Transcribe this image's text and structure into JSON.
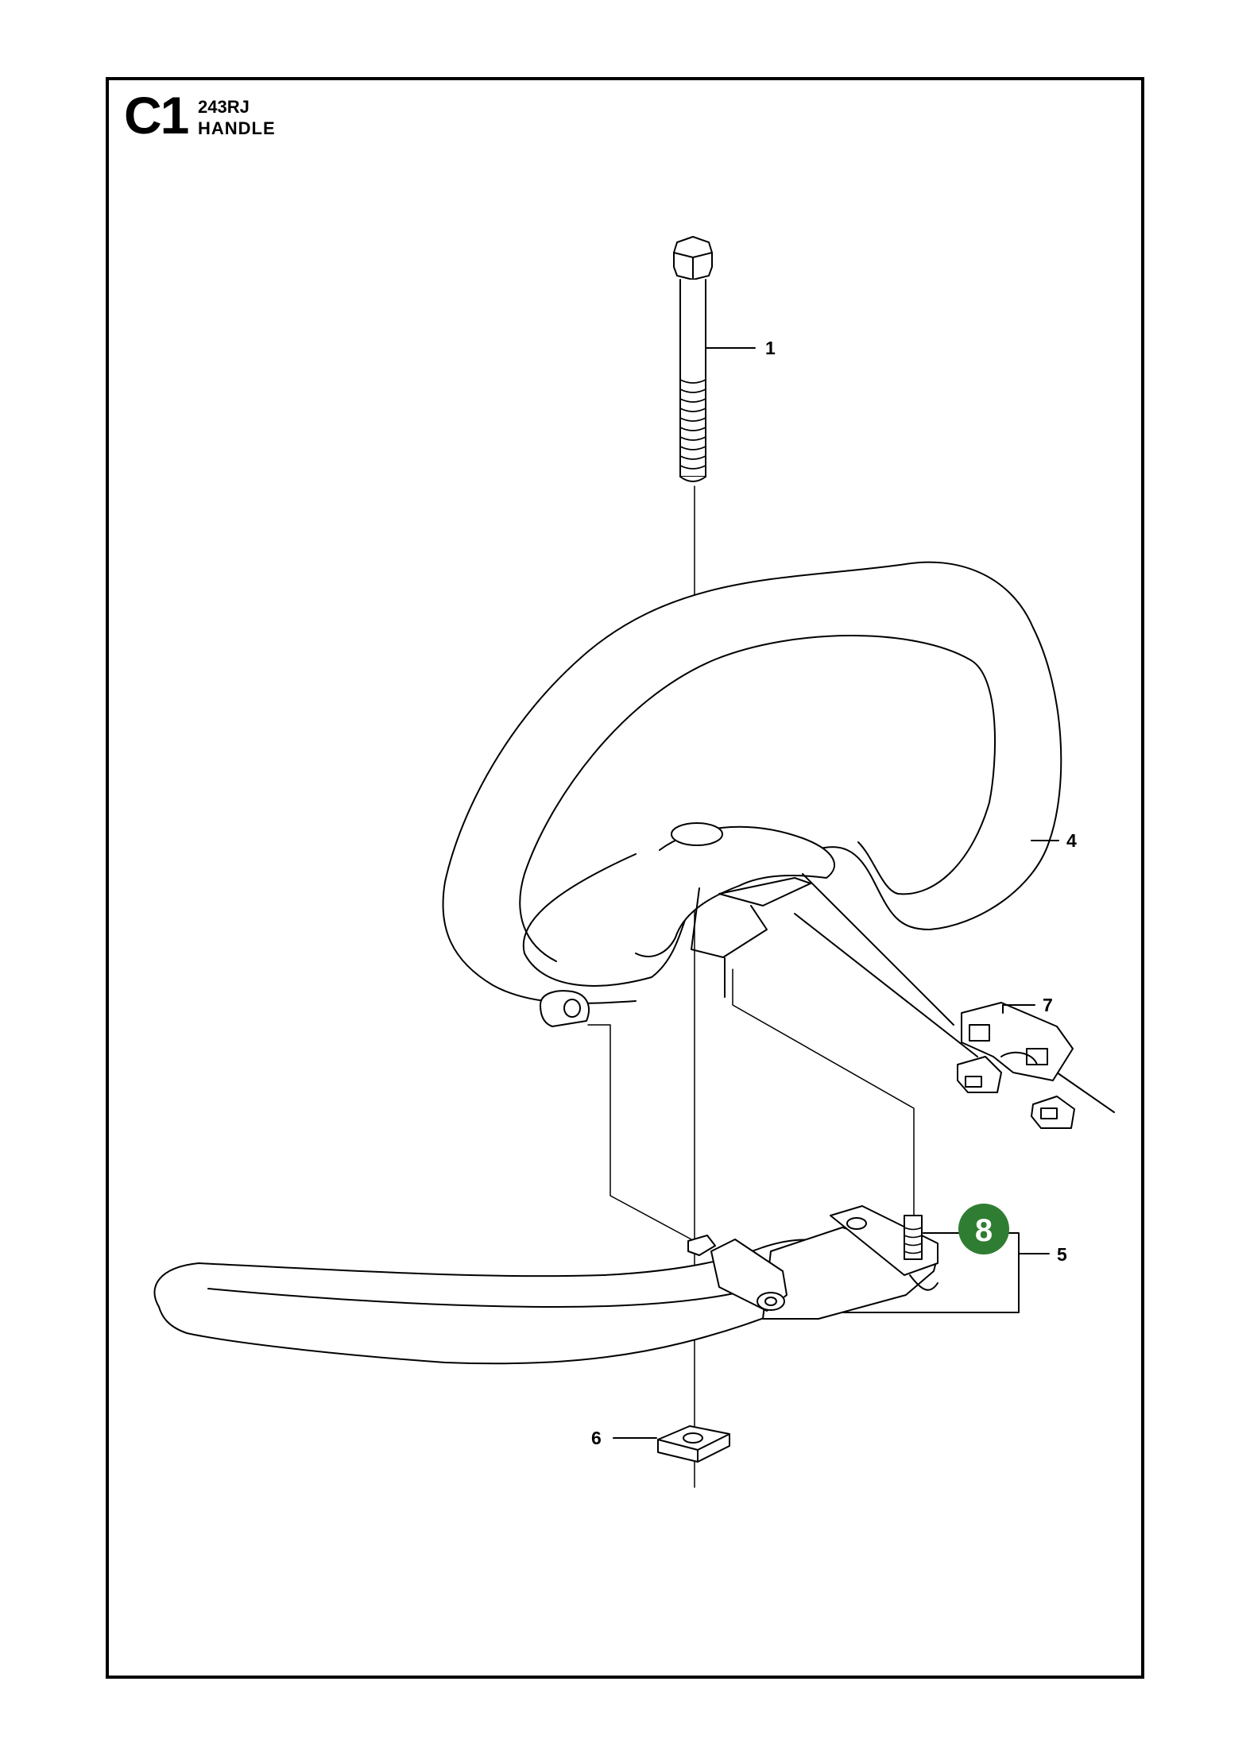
{
  "header": {
    "section_code": "C1",
    "model": "243RJ",
    "title": "HANDLE"
  },
  "callouts": {
    "part_1": "1",
    "part_4": "4",
    "part_5": "5",
    "part_6": "6",
    "part_7": "7",
    "part_8": "8"
  },
  "colors": {
    "highlight_badge": "#2f7d32",
    "line": "#000000",
    "background": "#ffffff"
  }
}
